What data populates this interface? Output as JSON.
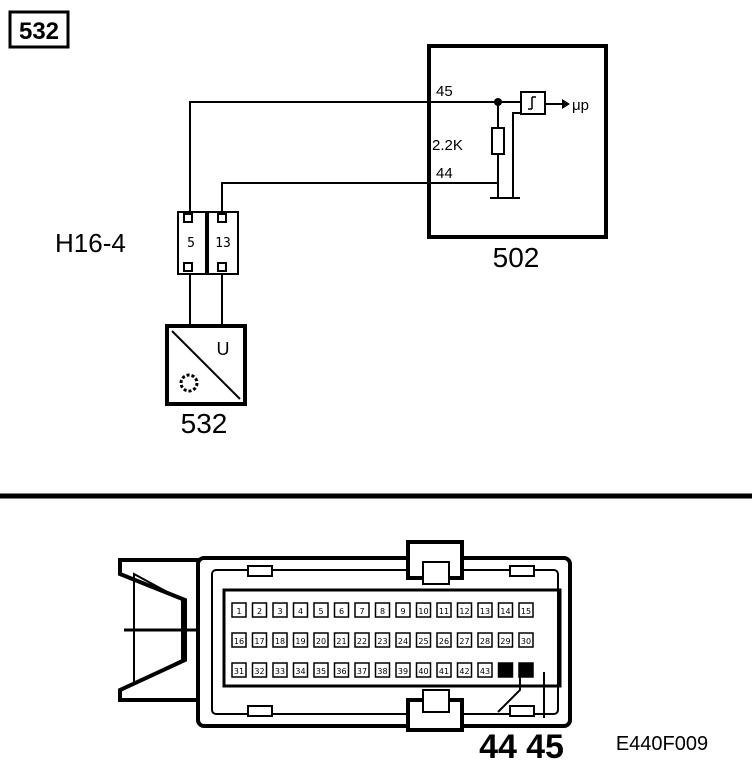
{
  "page_label": "532",
  "connector": {
    "id": "H16-4",
    "pins": [
      "5",
      "13"
    ]
  },
  "ecu": {
    "id": "502",
    "pin_top": "45",
    "pin_bottom": "44",
    "resistor": "2.2K",
    "output": "μp"
  },
  "sensor": {
    "id": "532",
    "symbol": "U"
  },
  "plug": {
    "rows": [
      [
        "1",
        "2",
        "3",
        "4",
        "5",
        "6",
        "7",
        "8",
        "9",
        "10",
        "11",
        "12",
        "13",
        "14",
        "15"
      ],
      [
        "16",
        "17",
        "18",
        "19",
        "20",
        "21",
        "22",
        "23",
        "24",
        "25",
        "26",
        "27",
        "28",
        "29",
        "30"
      ],
      [
        "31",
        "32",
        "33",
        "34",
        "35",
        "36",
        "37",
        "38",
        "39",
        "40",
        "41",
        "42",
        "43",
        "44",
        "45"
      ]
    ],
    "callout_left": "44",
    "callout_right": "45"
  },
  "figure_code": "E440F009"
}
